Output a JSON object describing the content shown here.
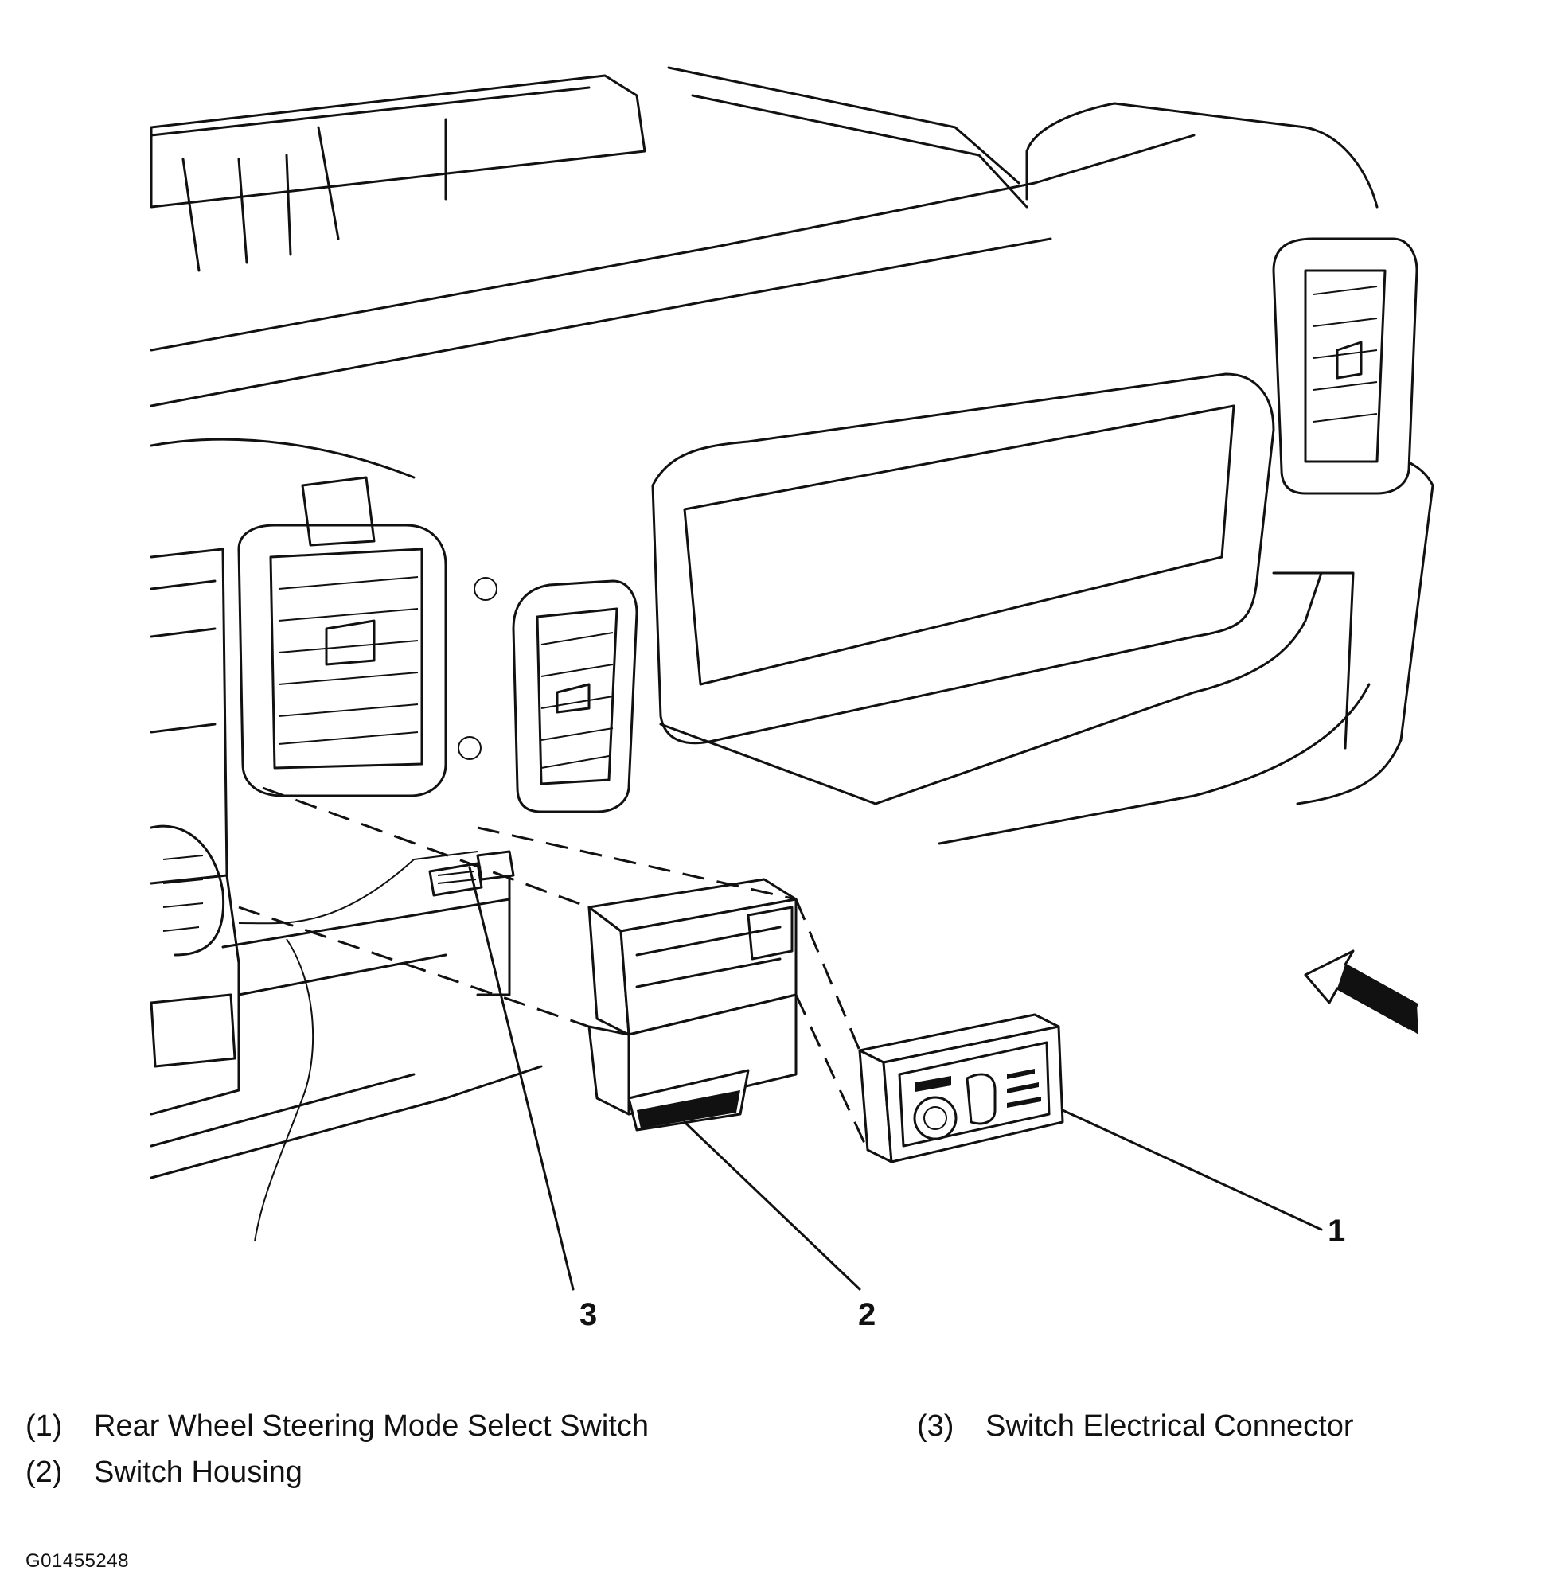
{
  "callouts": [
    {
      "number": "1",
      "target": "Rear Wheel Steering Mode Select Switch"
    },
    {
      "number": "2",
      "target": "Switch Housing"
    },
    {
      "number": "3",
      "target": "Switch Electrical Connector"
    }
  ],
  "legend": [
    {
      "number": "(1)",
      "label": "Rear Wheel Steering Mode Select Switch"
    },
    {
      "number": "(2)",
      "label": "Switch Housing"
    },
    {
      "number": "(3)",
      "label": "Switch Electrical Connector"
    }
  ],
  "figure_id": "G01455248"
}
